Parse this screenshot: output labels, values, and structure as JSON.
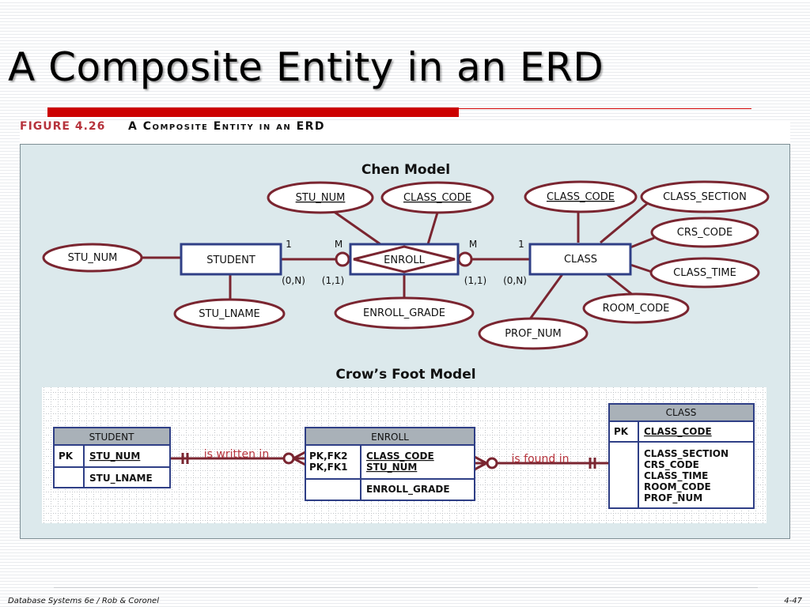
{
  "slide": {
    "title": "A Composite Entity in an ERD",
    "accent_color": "#cc0000",
    "figure_number": "FIGURE 4.26",
    "figure_title": "A Composite Entity in an ERD"
  },
  "chen": {
    "heading": "Chen Model",
    "entities": {
      "student": "STUDENT",
      "enroll": "ENROLL",
      "class": "CLASS"
    },
    "attributes": {
      "stu_num": "STU_NUM",
      "stu_num_key": "STU_NUM",
      "class_code_key": "CLASS_CODE",
      "stu_lname": "STU_LNAME",
      "enroll_grade": "ENROLL_GRADE",
      "class_code": "CLASS_CODE",
      "class_section": "CLASS_SECTION",
      "crs_code": "CRS_CODE",
      "class_time": "CLASS_TIME",
      "room_code": "ROOM_CODE",
      "prof_num": "PROF_NUM"
    },
    "connectivity": {
      "student_side": "1",
      "enroll_left": "M",
      "enroll_right": "M",
      "class_side": "1"
    },
    "cardinality": {
      "student": "(0,N)",
      "enroll_left": "(1,1)",
      "enroll_right": "(1,1)",
      "class": "(0,N)"
    }
  },
  "crows": {
    "heading": "Crow’s Foot Model",
    "student": {
      "name": "STUDENT",
      "pk_label": "PK",
      "pk_field": "STU_NUM",
      "field": "STU_LNAME"
    },
    "enroll": {
      "name": "ENROLL",
      "key_label_1": "PK,FK2",
      "key_label_2": "PK,FK1",
      "key_field_1": "CLASS_CODE",
      "key_field_2": "STU_NUM",
      "field": "ENROLL_GRADE"
    },
    "class": {
      "name": "CLASS",
      "pk_label": "PK",
      "pk_field": "CLASS_CODE",
      "fields": [
        "CLASS_SECTION",
        "CRS_CODE",
        "CLASS_TIME",
        "ROOM_CODE",
        "PROF_NUM"
      ]
    },
    "relationships": {
      "left": "is written in",
      "right": "is found in"
    }
  },
  "footer": {
    "left": "Database Systems 6e / Rob & Coronel",
    "right": "4-47"
  },
  "colors": {
    "entity_border": "#2f3f86",
    "attribute_border": "#7a2530",
    "relationship_line": "#7a2530",
    "table_header": "#a9b1b8"
  }
}
